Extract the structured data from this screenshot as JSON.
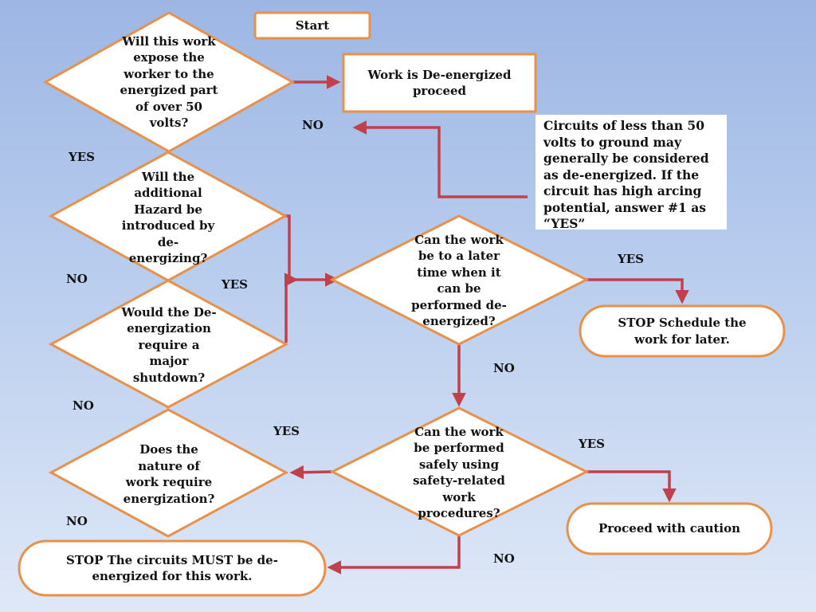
{
  "colors": {
    "shape_border": "#e8914a",
    "connector": "#c0414b",
    "shape_fill": "#ffffff"
  },
  "nodes": {
    "start": "Start",
    "q1": "Will this work\nexpose the\nworker to the\nenergized part\nof over 50\nvolts?",
    "deenergized": "Work is De-energized\nproceed",
    "q2": "Will the\nadditional\nHazard be\nintroduced by\nde-\nenergizing?",
    "q3": "Would the De-\nenergization\nrequire a\nmajor\nshutdown?",
    "q4": "Does the\nnature of\nwork require\nenergization?",
    "q5": "Can the work\nbe to a later\ntime when it\ncan be\nperformed de-\nenergized?",
    "q6": "Can the work\nbe performed\nsafely using\nsafety-related\nwork\nprocedures?",
    "stop_schedule": "STOP Schedule the\nwork for later.",
    "proceed_caution": "Proceed with caution",
    "stop_circuits": "STOP The circuits MUST be de-\nenergized for this work."
  },
  "note": "Circuits of less than 50\nvolts to ground may\ngenerally be considered\nas de-energized. If the\ncircuit has high arcing\npotential, answer #1 as\n“YES”",
  "labels": {
    "no_top": "NO",
    "yes_q1": "YES",
    "no_q2": "NO",
    "yes_q2": "YES",
    "yes_q5": "YES",
    "no_q5": "NO",
    "no_q3": "NO",
    "yes_q6_left": "YES",
    "yes_q6_right": "YES",
    "no_q4": "NO",
    "no_q6": "NO"
  }
}
